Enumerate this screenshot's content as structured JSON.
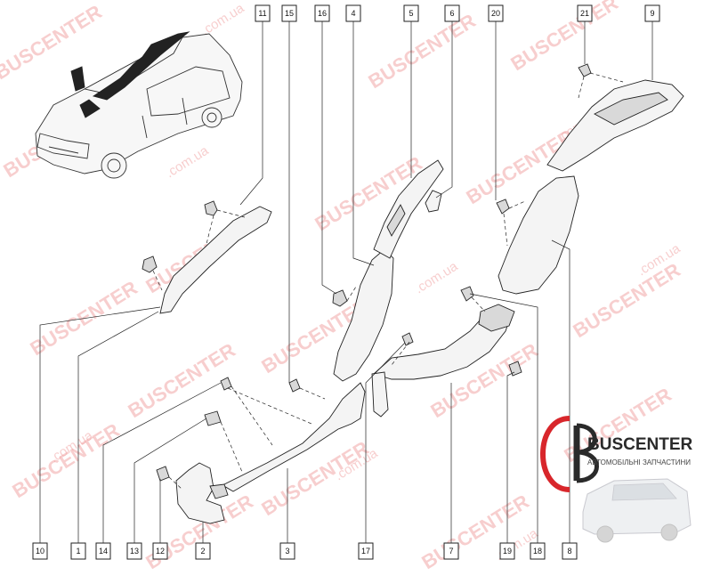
{
  "watermark": {
    "text": "BUSCENTER",
    "sub": ".com.ua"
  },
  "logo": {
    "name": "BUSCENTER",
    "tagline": "АВТОМОБІЛЬНІ ЗАПЧАСТИНИ",
    "accent": "#d8262b"
  },
  "callouts": {
    "c11": "11",
    "c15": "15",
    "c16": "16",
    "c4": "4",
    "c5": "5",
    "c6": "6",
    "c20": "20",
    "c21": "21",
    "c9": "9",
    "c10": "10",
    "c1": "1",
    "c14": "14",
    "c13": "13",
    "c12": "12",
    "c2": "2",
    "c3": "3",
    "c17": "17",
    "c7": "7",
    "c19": "19",
    "c18": "18",
    "c8": "8"
  }
}
